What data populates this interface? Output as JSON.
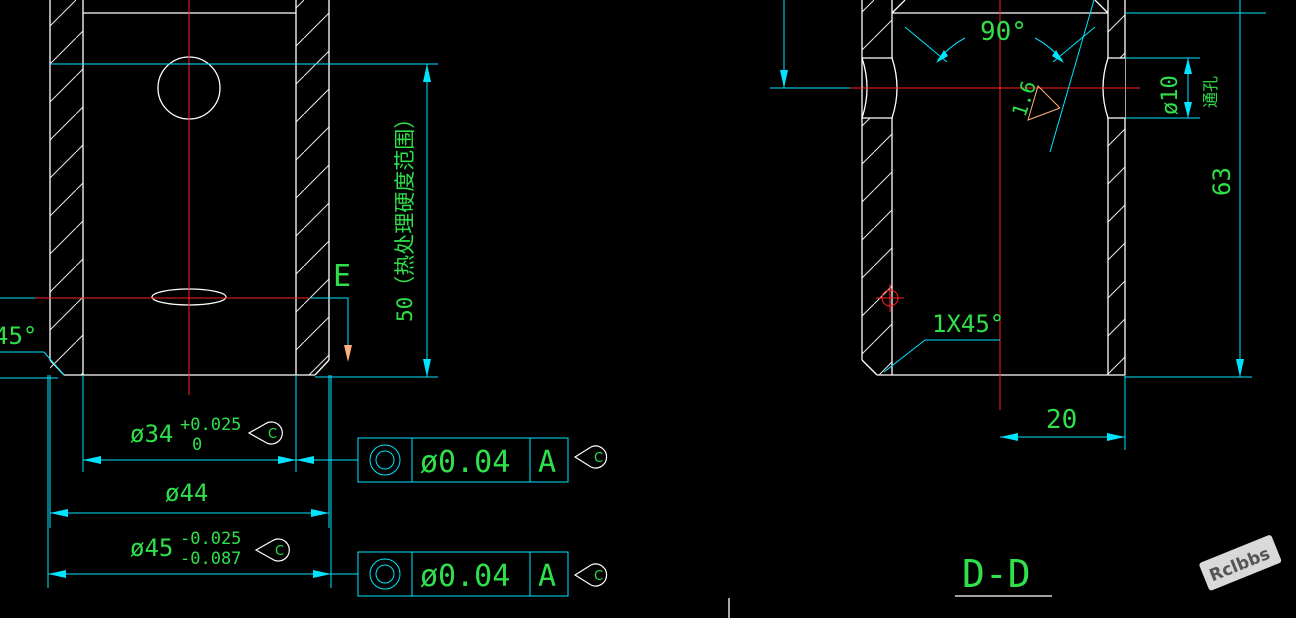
{
  "dimensions": {
    "chamfer_left_partial": "45°",
    "heat_treat_length": "50（热处理硬度范围）",
    "bore_diameter": "ø34",
    "bore_tol_upper": "+0.025",
    "bore_tol_lower": "0",
    "outer_diameter": "ø44",
    "outer_diameter_2": "ø45",
    "outer_tol_upper": "-0.025",
    "outer_tol_lower": "-0.087",
    "angle": "90°",
    "roughness": "1.6",
    "hole_diameter": "ø10",
    "hole_note": "通孔",
    "height": "63",
    "chamfer": "1X45°",
    "offset": "20"
  },
  "feature_control_frames": [
    {
      "symbol": "concentricity",
      "tolerance": "ø0.04",
      "datum": "A",
      "tag": "C"
    },
    {
      "symbol": "concentricity",
      "tolerance": "ø0.04",
      "datum": "A",
      "tag": "C"
    }
  ],
  "callout_tag": "C",
  "section_marker": "E",
  "section_title": "D-D",
  "watermark": "Rclbbs",
  "colors": {
    "background": "#000000",
    "outline": "#ffffff",
    "dimension": "#00e5ff",
    "text": "#2fe04a",
    "centerline": "#ff2020"
  }
}
